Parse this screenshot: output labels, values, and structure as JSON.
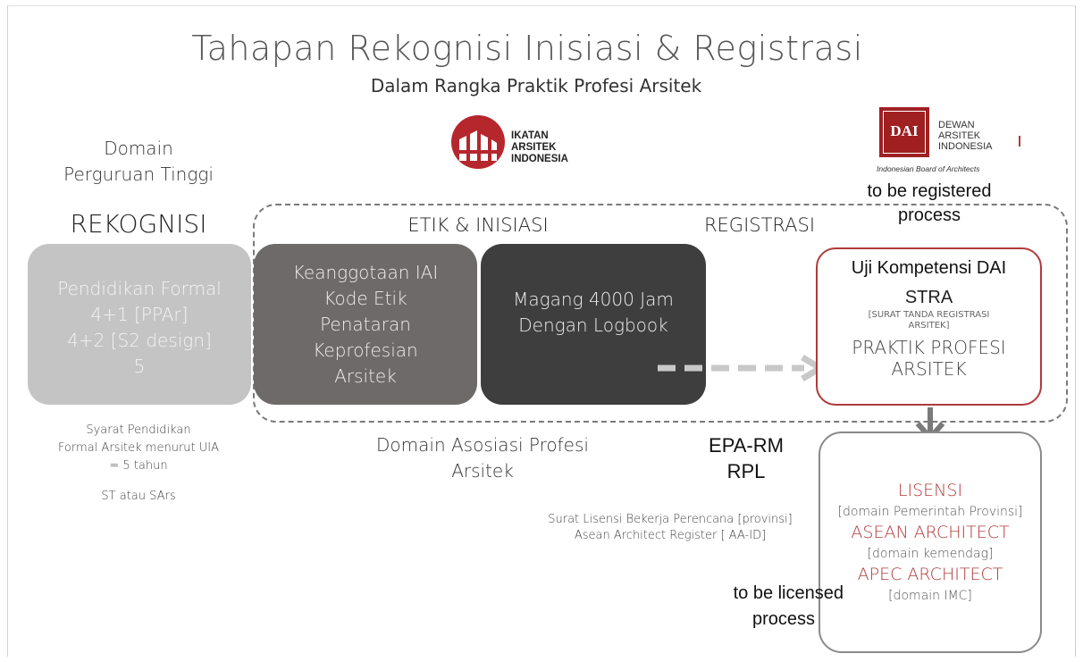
{
  "title": "Tahapan Rekognisi Inisiasi & Registrasi",
  "subtitle": "Dalam Rangka Praktik Profesi Arsitek",
  "iai_logo": {
    "line1": "IKATAN",
    "line2": "ARSITEK",
    "line3": "INDONESIA",
    "color": "#b5272d"
  },
  "dai_logo": {
    "line1": "DEWAN",
    "line2": "ARSITEK",
    "line3": "INDONESIA",
    "tagline": "Indonesian Board of Architects",
    "mark": "DAI",
    "color": "#a02022"
  },
  "domain_perguruan": {
    "line1": "Domain",
    "line2": "Perguruan Tinggi"
  },
  "rekognisi": {
    "heading": "REKOGNISI",
    "box_lines": [
      "Pendidikan Formal",
      "4+1 [PPAr]",
      "4+2 [S2 design]",
      "5"
    ],
    "box_color": "#c4c4c4"
  },
  "etik": {
    "heading": "ETIK & INISIASI",
    "box_lines": [
      "Keanggotaan IAI",
      "Kode Etik",
      "Penataran",
      "Keprofesian",
      "Arsitek"
    ],
    "box_color": "#6e6a69"
  },
  "magang": {
    "box_lines": [
      "Magang 4000 Jam",
      "Dengan Logbook"
    ],
    "box_color": "#3f3e3e"
  },
  "registrasi": {
    "heading": "REGISTRASI"
  },
  "to_be_registered": {
    "line1": "to be registered",
    "line2": "process"
  },
  "uji": {
    "heading": "Uji Kompetensi DAI",
    "strа": "STRA",
    "stra_sub1": "[SURAT TANDA REGISTRASI",
    "stra_sub2": "ARSITEK]",
    "praktik1": "PRAKTIK PROFESI",
    "praktik2": "ARSITEK",
    "border_color": "#b03a3a"
  },
  "syarat": {
    "line1": "Syarat Pendidikan",
    "line2": "Formal Arsitek  menurut UIA",
    "line3": "= 5 tahun",
    "line4": "ST atau SArs"
  },
  "domain_asosiasi": {
    "line1": "Domain  Asosiasi Profesi",
    "line2": "Arsitek"
  },
  "epa": {
    "line1": "EPA-RM",
    "line2": "RPL"
  },
  "surat": {
    "line1": "Surat Lisensi Bekerja Perencana [provinsi]",
    "line2": "Asean Architect Register [ AA-ID]"
  },
  "lisensi": {
    "items": [
      {
        "label": "LISENSI",
        "red": true
      },
      {
        "label": "[domain Pemerintah Provinsi]",
        "red": false
      },
      {
        "label": "ASEAN ARCHITECT",
        "red": true
      },
      {
        "label": "[domain kemendag]",
        "red": false
      },
      {
        "label": "APEC ARCHITECT",
        "red": true
      },
      {
        "label": "[domain IMC]",
        "red": false
      }
    ]
  },
  "to_be_licensed": {
    "line1": "to be licensed",
    "line2": "process"
  }
}
